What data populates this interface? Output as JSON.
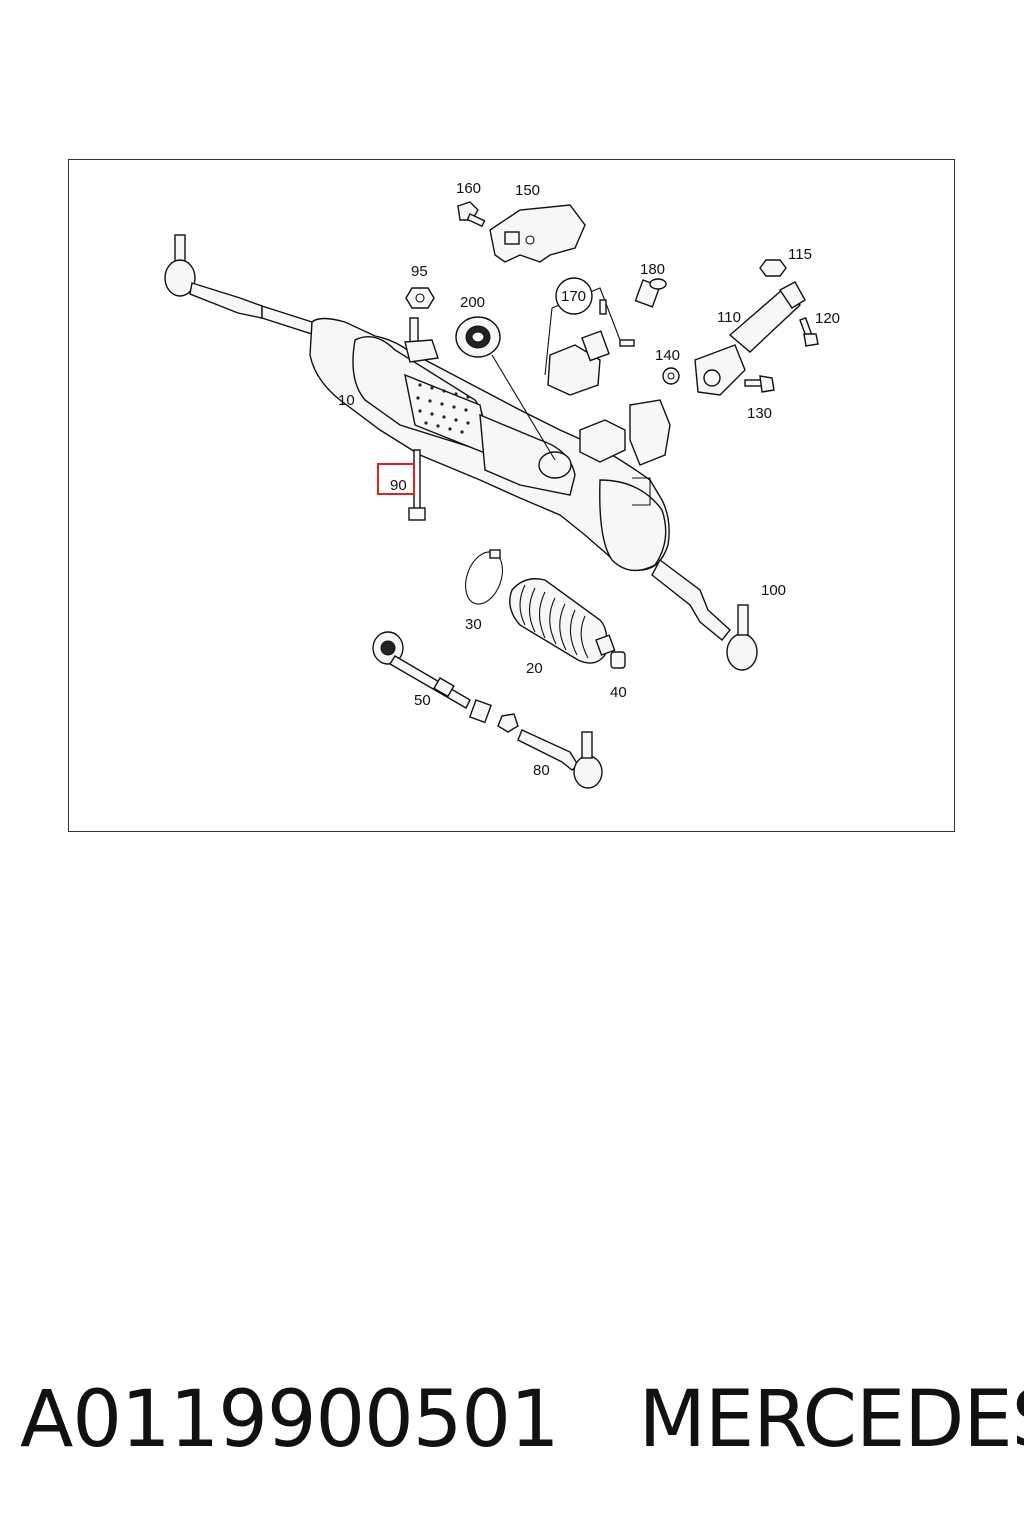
{
  "diagram": {
    "callouts": [
      {
        "id": "p160",
        "text": "160"
      },
      {
        "id": "p150",
        "text": "150"
      },
      {
        "id": "p95",
        "text": "95"
      },
      {
        "id": "p200",
        "text": "200"
      },
      {
        "id": "p170",
        "text": "170"
      },
      {
        "id": "p180",
        "text": "180"
      },
      {
        "id": "p115",
        "text": "115"
      },
      {
        "id": "p110",
        "text": "110"
      },
      {
        "id": "p120",
        "text": "120"
      },
      {
        "id": "p140",
        "text": "140"
      },
      {
        "id": "p130",
        "text": "130"
      },
      {
        "id": "p10",
        "text": "10"
      },
      {
        "id": "p90",
        "text": "90"
      },
      {
        "id": "p100",
        "text": "100"
      },
      {
        "id": "p30",
        "text": "30"
      },
      {
        "id": "p20",
        "text": "20"
      },
      {
        "id": "p40",
        "text": "40"
      },
      {
        "id": "p50",
        "text": "50"
      },
      {
        "id": "p80",
        "text": "80"
      }
    ],
    "highlighted_callout": "90",
    "highlight_color": "#e02020"
  },
  "footer": {
    "part_number": "A0119900501",
    "brand": "MERCEDES"
  }
}
